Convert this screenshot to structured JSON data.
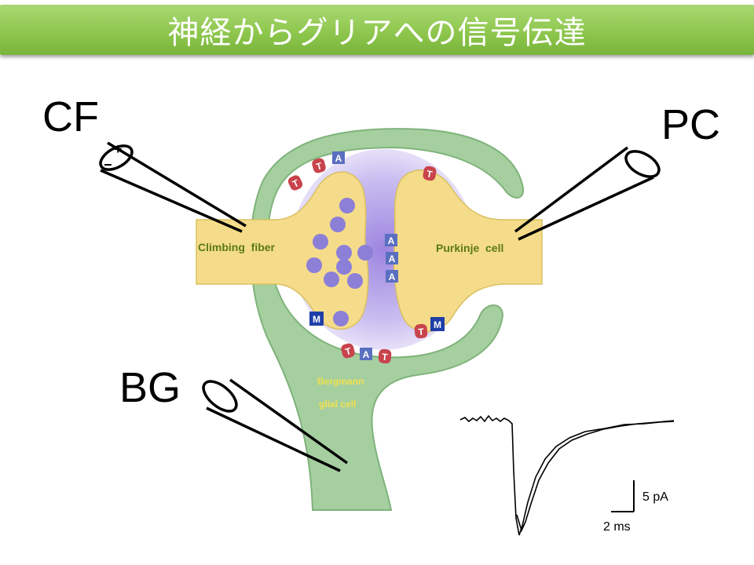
{
  "title": "神経からグリアへの信号伝達",
  "labels": {
    "cf": "CF",
    "pc": "PC",
    "bg": "BG",
    "climbing_fiber": "Climbing  fiber",
    "purkinje_cell": "Purkinje  cell",
    "bergmann_line1": "Bergmann",
    "bergmann_line2": "glial cell",
    "electrode_plus": "+",
    "electrode_minus": "−"
  },
  "receptors": {
    "t": "T",
    "a": "A",
    "m": "M"
  },
  "scale_bar": {
    "current": "5 pA",
    "time": "2 ms"
  },
  "colors": {
    "title_green": "#8fc74e",
    "glia_green": "#a6cfa0",
    "neuron_yellow": "#f5dc8a",
    "vesicle_purple": "#8c7fd8",
    "cleft_purple": "#b7a6e6",
    "t_receptor_red": "#c8434b",
    "a_receptor_blue": "#5a6fc0",
    "m_receptor_blue": "#1f3fa8",
    "climbing_text": "#5a7a1a",
    "bergmann_text": "#f0e050"
  }
}
